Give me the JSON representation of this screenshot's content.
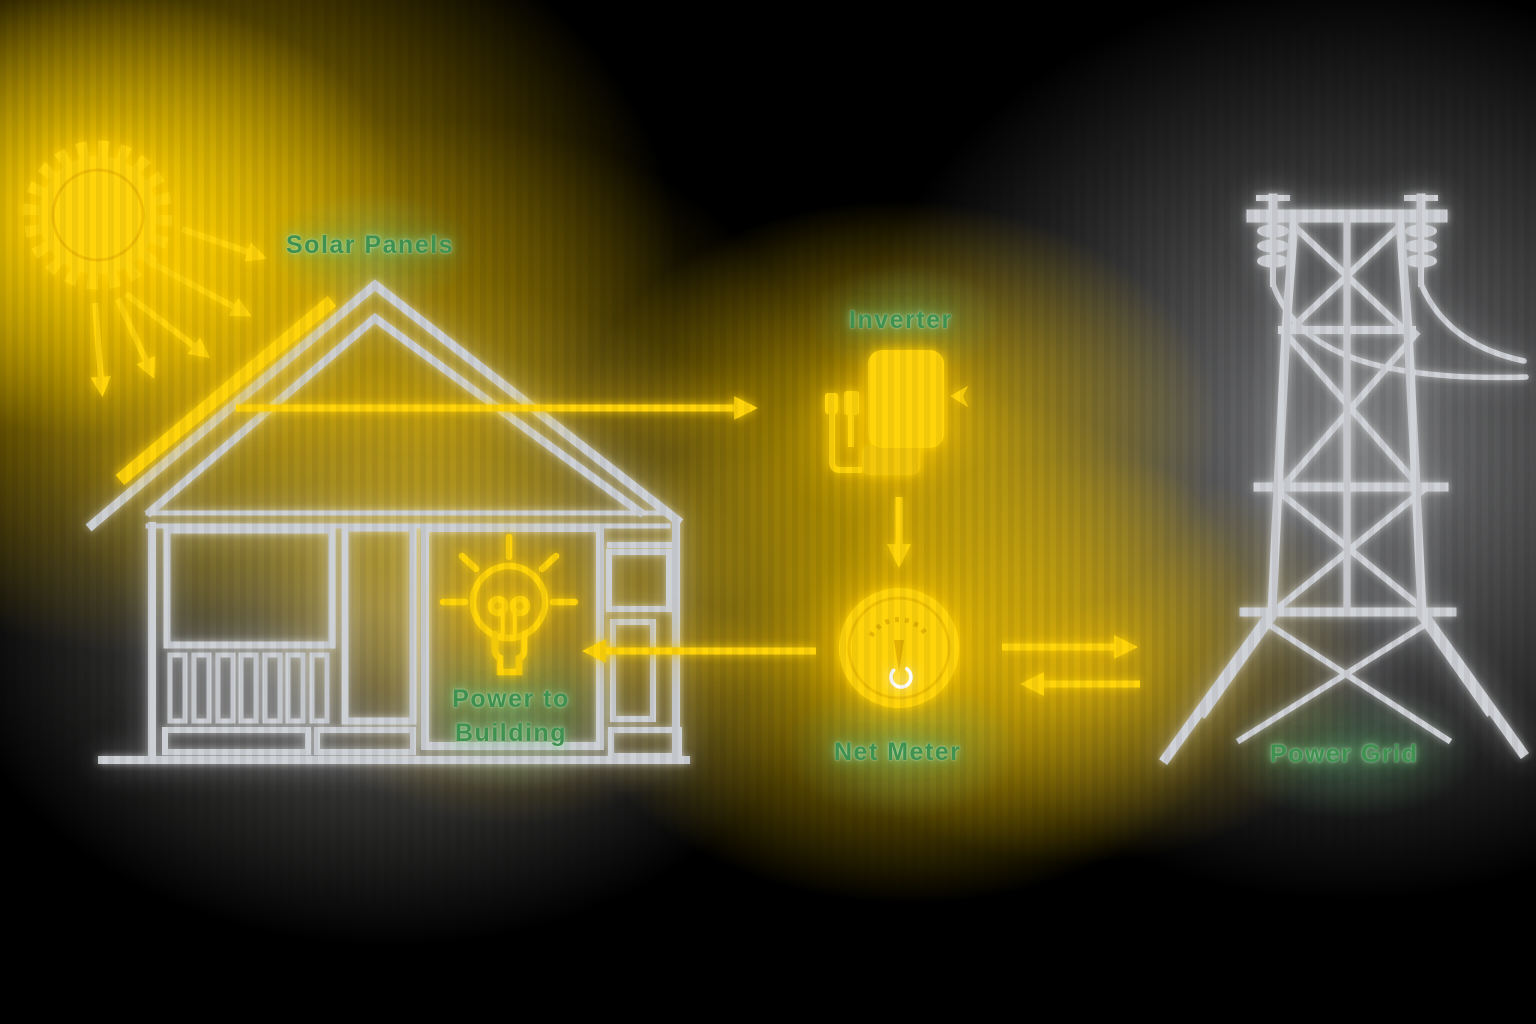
{
  "diagram": {
    "type": "energy-flow-diagram",
    "labels": {
      "solar_panels": "Solar Panels",
      "inverter": "Inverter",
      "net_meter": "Net Meter",
      "power_to_building_line1": "Power to",
      "power_to_building_line2": "Building",
      "power_grid": "Power Grid"
    },
    "nodes": [
      {
        "id": "sun",
        "icon": "sun-icon"
      },
      {
        "id": "solar-panels",
        "icon": "solar-panel-icon",
        "label": "Solar Panels"
      },
      {
        "id": "house",
        "icon": "house-icon"
      },
      {
        "id": "inverter",
        "icon": "inverter-icon",
        "label": "Inverter"
      },
      {
        "id": "net-meter",
        "icon": "meter-gauge-icon",
        "label": "Net Meter"
      },
      {
        "id": "building-load",
        "icon": "light-bulb-icon",
        "label": "Power to Building"
      },
      {
        "id": "power-grid",
        "icon": "transmission-tower-icon",
        "label": "Power Grid"
      }
    ],
    "flows": [
      {
        "from": "sun",
        "to": "solar-panels",
        "style": "sun-rays",
        "arrows": 5
      },
      {
        "from": "solar-panels",
        "to": "inverter",
        "direction": "one-way"
      },
      {
        "from": "inverter",
        "to": "net-meter",
        "direction": "one-way"
      },
      {
        "from": "net-meter",
        "to": "power-grid",
        "direction": "two-way"
      },
      {
        "from": "net-meter",
        "to": "building-load",
        "direction": "one-way"
      }
    ],
    "colors": {
      "energy_yellow": "#FFD40A",
      "structure_gray": "#CFD2D7",
      "label_green": "#3F9150",
      "meter_accent_white": "#FFFFFF",
      "background_black": "#000000"
    }
  }
}
